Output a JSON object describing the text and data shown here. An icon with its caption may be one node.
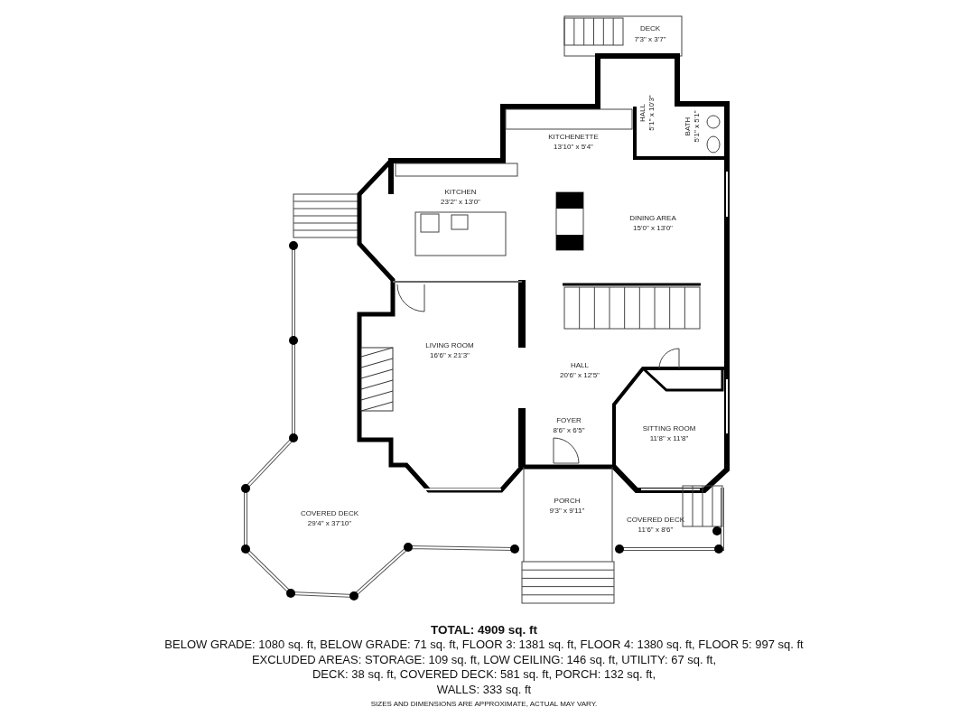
{
  "diagram": {
    "labels": [
      "DECK",
      "7'3\" x 3'7\"",
      "HALL",
      "5'1\" x 10'3\"",
      "BATH",
      "5'1\" x 5'1\"",
      "KITCHENETTE",
      "13'10\" x 5'4\"",
      "KITCHEN",
      "23'2\" x 13'0\"",
      "DINING AREA",
      "15'0\" x 13'0\"",
      "LIVING ROOM",
      "16'6\" x 21'3\"",
      "HALL",
      "20'6\" x 12'5\"",
      "FOYER",
      "8'6\" x 6'5\"",
      "SITTING ROOM",
      "11'8\" x 11'8\"",
      "COVERED DECK",
      "29'4\" x 37'10\"",
      "PORCH",
      "9'3\" x 9'11\"",
      "COVERED DECK",
      "11'6\" x 8'6\"",
      "TOTAL: 4909 sq. ft",
      "BELOW GRADE: 1080 sq. ft, BELOW GRADE: 71 sq. ft, FLOOR 3: 1381 sq. ft, FLOOR 4: 1380 sq. ft, FLOOR 5: 997 sq. ft",
      "EXCLUDED AREAS: STORAGE: 109 sq. ft, LOW CEILING: 146 sq. ft, UTILITY: 67 sq. ft,",
      "DECK: 38 sq. ft, COVERED DECK: 581 sq. ft, PORCH: 132 sq. ft,",
      "WALLS: 333 sq. ft",
      "SIZES AND DIMENSIONS ARE APPROXIMATE, ACTUAL MAY VARY."
    ]
  }
}
